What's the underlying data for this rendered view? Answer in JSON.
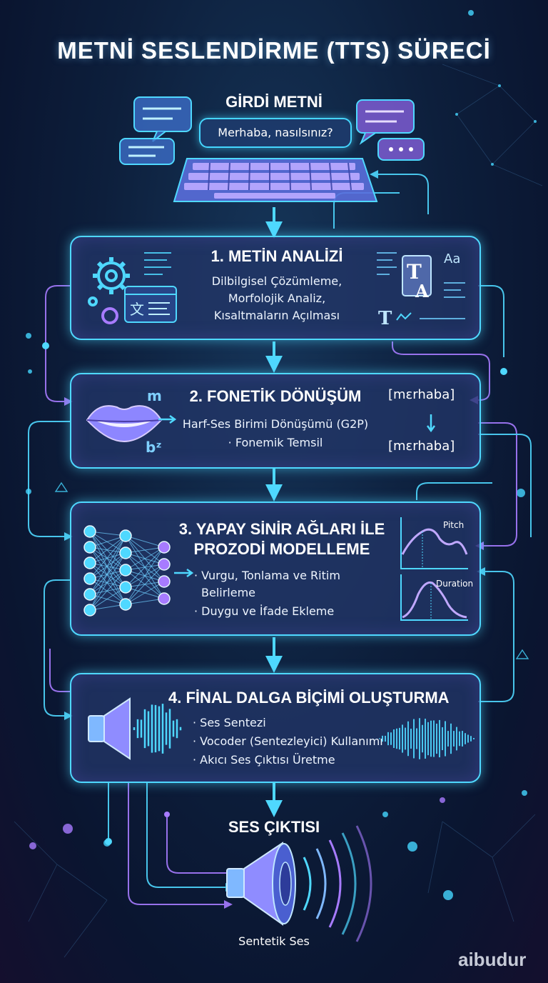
{
  "title": "METNİ SESLENDİRME (TTS) SÜRECİ",
  "input": {
    "label": "GİRDİ METNİ",
    "sample_text": "Merhaba, nasılsınız?"
  },
  "stages": [
    {
      "title": "1. METİN ANALİZİ",
      "lines": [
        "Dilbilgisel Çözümleme,",
        "Morfolojik Analiz,",
        "Kısaltmaların Açılması"
      ]
    },
    {
      "title": "2. FONETİK DÖNÜŞÜM",
      "lines": [
        "Harf-Ses Birimi Dönüşümü (G2P)",
        "· Fonemik Temsil"
      ],
      "phonemes": {
        "m": "m",
        "b": "bᶻ",
        "before": "[mɛrhaba]",
        "after": "[mɛrhaba]"
      }
    },
    {
      "title_lines": [
        "3. YAPAY SİNİR AĞLARI İLE",
        "PROZODİ MODELLEME"
      ],
      "lines": [
        "· Vurgu, Tonlama ve Ritim",
        "Belirleme",
        "· Duygu ve İfade Ekleme"
      ],
      "graphs": {
        "pitch": "Pitch",
        "duration": "Duration"
      }
    },
    {
      "title": "4. FİNAL DALGA BİÇİMİ OLUŞTURMA",
      "lines": [
        "· Ses Sentezi",
        "· Vocoder (Sentezleyici) Kullanımı",
        "· Akıcı Ses Çıktısı Üretme"
      ]
    }
  ],
  "output": {
    "label": "SES ÇIKTISI",
    "sub": "Sentetik Ses"
  },
  "watermark": "aibudur",
  "colors": {
    "accent_cyan": "#4fd8ff",
    "accent_purple": "#a77bff",
    "panel": "#223668"
  }
}
